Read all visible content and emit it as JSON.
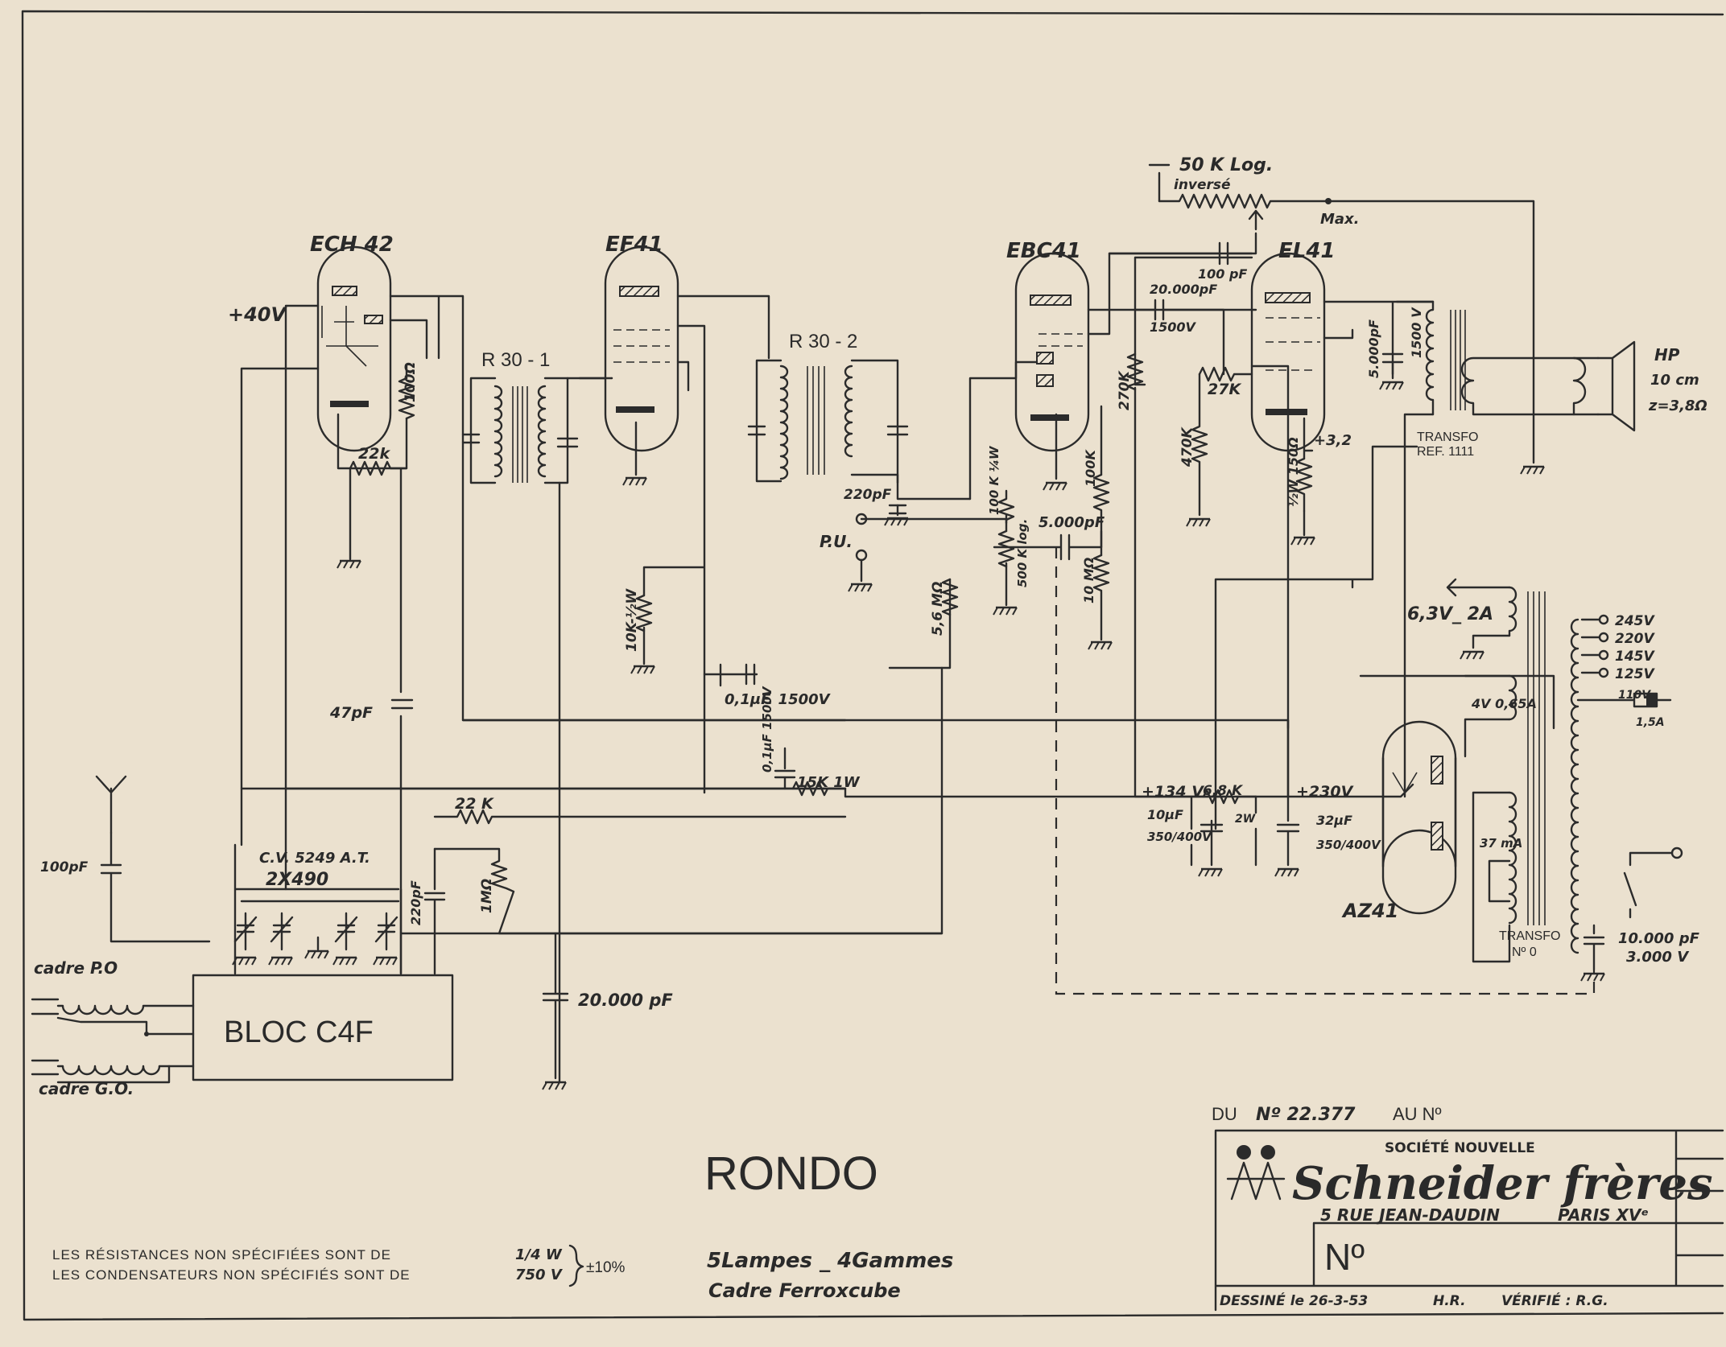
{
  "title": "RONDO",
  "subtitle": "5Lampes _ 4Gammes",
  "subtitle2": "Cadre Ferroxcube",
  "footnote": {
    "line1_left": "LES RÉSISTANCES NON SPÉCIFIÉES SONT DE",
    "line2_left": "LES CONDENSATEURS NON SPÉCIFIÉS SONT DE",
    "line1_val": "1/4 W",
    "line2_val": "750 V",
    "tolerance": "±10%"
  },
  "titleblock": {
    "serial_from_label": "DU",
    "serial_from": "Nº 22.377",
    "serial_to_label": "AU Nº",
    "company_small": "SOCIÉTÉ NOUVELLE",
    "company": "Schneider frères",
    "address": "5 RUE JEAN-DAUDIN",
    "city": "PARIS XVᵉ",
    "number_label": "Nº",
    "drawn": "DESSINÉ le 26-3-53",
    "drawn_by": "H.R.",
    "checked": "VÉRIFIÉ : R.G."
  },
  "tubes": {
    "ech42": "ECH 42",
    "ef41": "EF41",
    "ebc41": "EBC41",
    "el41": "EL41",
    "az41": "AZ41"
  },
  "transformers": {
    "if1": "R 30 - 1",
    "if2": "R 30 - 2",
    "output_line1": "TRANSFO",
    "output_line2": "REF. 1111",
    "mains_line1": "TRANSFO",
    "mains_line2": "Nº 0"
  },
  "speaker": {
    "line1": "HP",
    "line2": "10 cm",
    "line3": "z=3,8Ω"
  },
  "labels": {
    "plus40v": "+40V",
    "r100": "100Ω",
    "r22k_osc": "22k",
    "c47pf": "47pF",
    "c100pf_ant": "100pF",
    "cv_line1": "C.V. 5249 A.T.",
    "cv_line2": "2X490",
    "c220pf_cv": "220pF",
    "cadre_po": "cadre P.O",
    "cadre_go": "cadre G.O.",
    "bloc": "BLOC C4F",
    "c20000_bottom": "20.000 pF",
    "r22k_agc": "22 K",
    "r1mohm": "1MΩ",
    "r10k": "10K-½W",
    "c01_1500": "0,1μF. 1500V",
    "c01_1500b": "0,1μF 1500V",
    "r15k": "15K 1W",
    "c220pf_det": "220pF",
    "pu": "P.U.",
    "r56m": "5,6 MΩ",
    "r100k_det": "100 K ¼W",
    "pot500k": "500 K log.",
    "c5000": "5.000pF",
    "r100k_grid": "100K",
    "r10m": "10 MΩ",
    "r270k": "270K",
    "pot50k": "50 K Log.",
    "pot50k_b": "inversé",
    "max": "Max.",
    "c100pf_fb": "100 pF",
    "c20000_cpl": "20.000pF",
    "c1500v": "1500V",
    "r27k": "27K",
    "r470k": "470K",
    "plus32": "+3,2",
    "r150": "½W 150Ω",
    "c5000_out": "5.000pF",
    "c1500v_out": "1500 V",
    "plus134": "+134 V",
    "plus230": "+230V",
    "r68k": "6,8 K",
    "r68k_w": "2W",
    "c10uf": "10μF",
    "c10uf_v": "350/400V",
    "c32uf": "32μF",
    "c32uf_v": "350/400V",
    "heater": "6,3V_ 2A",
    "rect_heater": "4V 0,65A",
    "ma37": "37 mA",
    "fuse": "1,5A",
    "v110": "110V",
    "taps": [
      "245V",
      "220V",
      "145V",
      "125V"
    ],
    "c10000": "10.000 pF",
    "c10000_v": "3.000 V"
  }
}
